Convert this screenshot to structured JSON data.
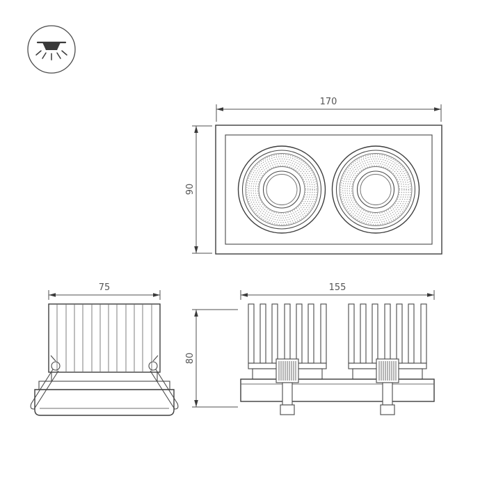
{
  "drawing": {
    "background_color": "#ffffff",
    "line_color": "#3d3d3d",
    "dimension_text_color": "#555555"
  },
  "icon": {
    "name": "recessed-downlight-symbol"
  },
  "views": {
    "front": {
      "width": "170",
      "height": "90",
      "lamp_count": 2
    },
    "side": {
      "width": "75"
    },
    "rear": {
      "width": "155",
      "height": "80"
    }
  }
}
